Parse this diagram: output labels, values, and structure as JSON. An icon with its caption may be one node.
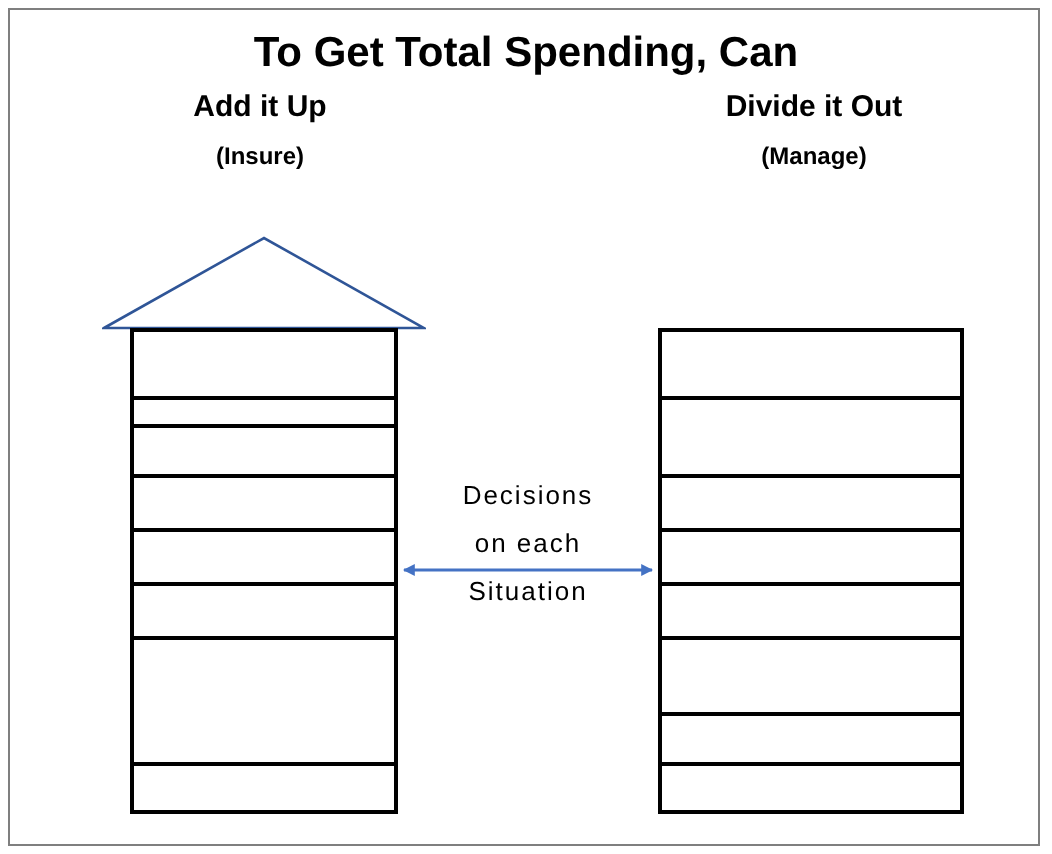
{
  "diagram": {
    "title": "To Get Total Spending, Can",
    "nodes": [
      {
        "text": [],
        "shape": "house"
      },
      {
        "text": [],
        "shape": "box"
      }
    ],
    "edges": [
      {
        "from": 0,
        "to": 1,
        "arrow": "both",
        "label": "Decisions on each Situation",
        "color": "#4472c4"
      }
    ],
    "labels": [
      "Add it Up",
      "(Insure)",
      "Divide it Out",
      "(Manage)"
    ]
  }
}
